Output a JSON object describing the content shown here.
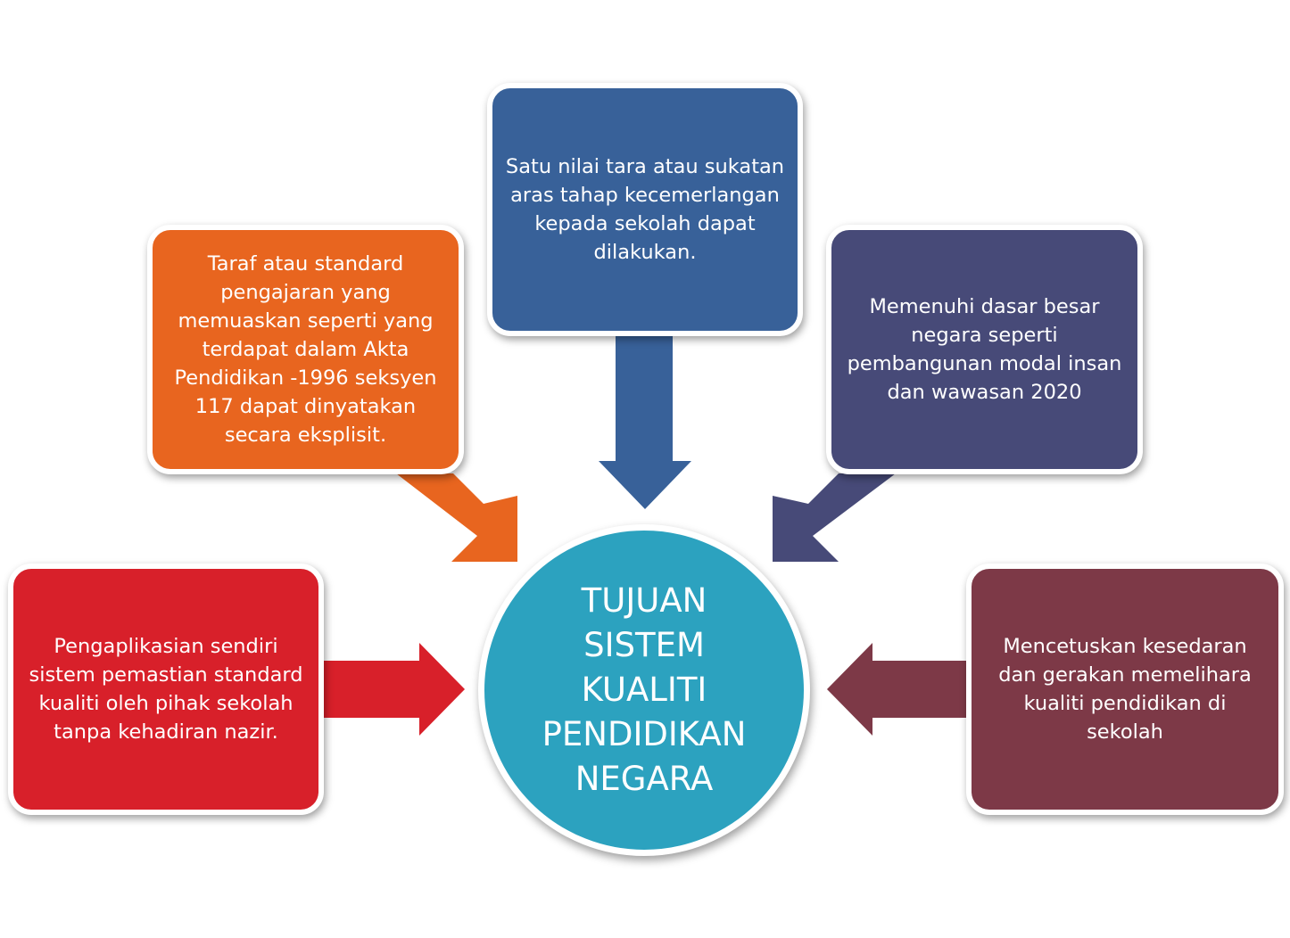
{
  "colors": {
    "top_center": "#386199",
    "top_left": "#E8651F",
    "top_right": "#474A78",
    "left": "#D8202A",
    "right": "#7D3947",
    "center": "#2CA2BF"
  },
  "center": {
    "lines": [
      "TUJUAN",
      "SISTEM",
      "KUALITI",
      "PENDIDIKAN",
      "NEGARA"
    ]
  },
  "boxes": {
    "top_center": {
      "lines": [
        "Satu nilai tara atau sukatan",
        "aras tahap kecemerlangan",
        "kepada sekolah dapat",
        "dilakukan."
      ]
    },
    "top_left": {
      "lines": [
        "Taraf atau standard",
        "pengajaran yang",
        "memuaskan seperti yang",
        "terdapat dalam Akta",
        "Pendidikan -1996 seksyen",
        "117 dapat dinyatakan",
        "secara eksplisit."
      ]
    },
    "top_right": {
      "lines": [
        "Memenuhi dasar besar",
        "negara seperti",
        "pembangunan modal insan",
        "dan wawasan 2020"
      ]
    },
    "left": {
      "lines": [
        "Pengaplikasian sendiri",
        "sistem pemastian standard",
        "kualiti oleh pihak sekolah",
        "tanpa kehadiran nazir."
      ]
    },
    "right": {
      "lines": [
        "Mencetuskan kesedaran",
        "dan gerakan memelihara",
        "kualiti pendidikan  di",
        "sekolah"
      ]
    }
  }
}
